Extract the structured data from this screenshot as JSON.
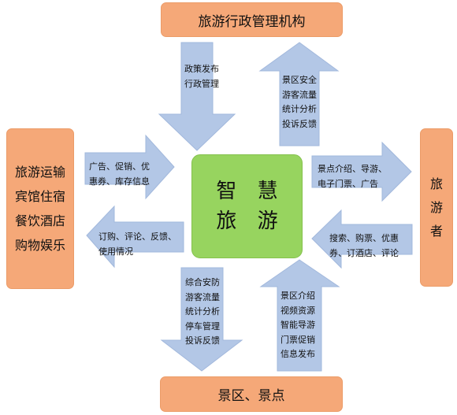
{
  "title_top": "旅游行政管理机构",
  "title_bottom": "景区、景点",
  "left_box": [
    "旅游运输",
    "宾馆住宿",
    "餐饮酒店",
    "购物娱乐"
  ],
  "right_box": [
    "旅",
    "游",
    "者"
  ],
  "center": [
    "智 慧",
    "旅 游"
  ],
  "arrows": {
    "top_down": [
      "政策发布",
      "行政管理"
    ],
    "top_up": [
      "景区安全",
      "游客流量",
      "统计分析",
      "投诉反馈"
    ],
    "left_right": [
      "广告、促销、优",
      "惠券、库存信息"
    ],
    "left_left": [
      "订购、评论、反馈、",
      "使用情况"
    ],
    "right_right": [
      "景点介绍、导游、",
      "电子门票、广告"
    ],
    "right_left": [
      "搜索、购票、优惠",
      "券、订酒店、评论"
    ],
    "bottom_down": [
      "综合安防",
      "游客流量",
      "统计分析",
      "停车管理",
      "投诉反馈"
    ],
    "bottom_up": [
      "景区介绍",
      "视频资源",
      "智能导游",
      "门票促销",
      "信息发布"
    ]
  },
  "colors": {
    "box_fill": "#f5a878",
    "center_fill": "#97d45f",
    "arrow_fill": "#b3c7e6"
  }
}
